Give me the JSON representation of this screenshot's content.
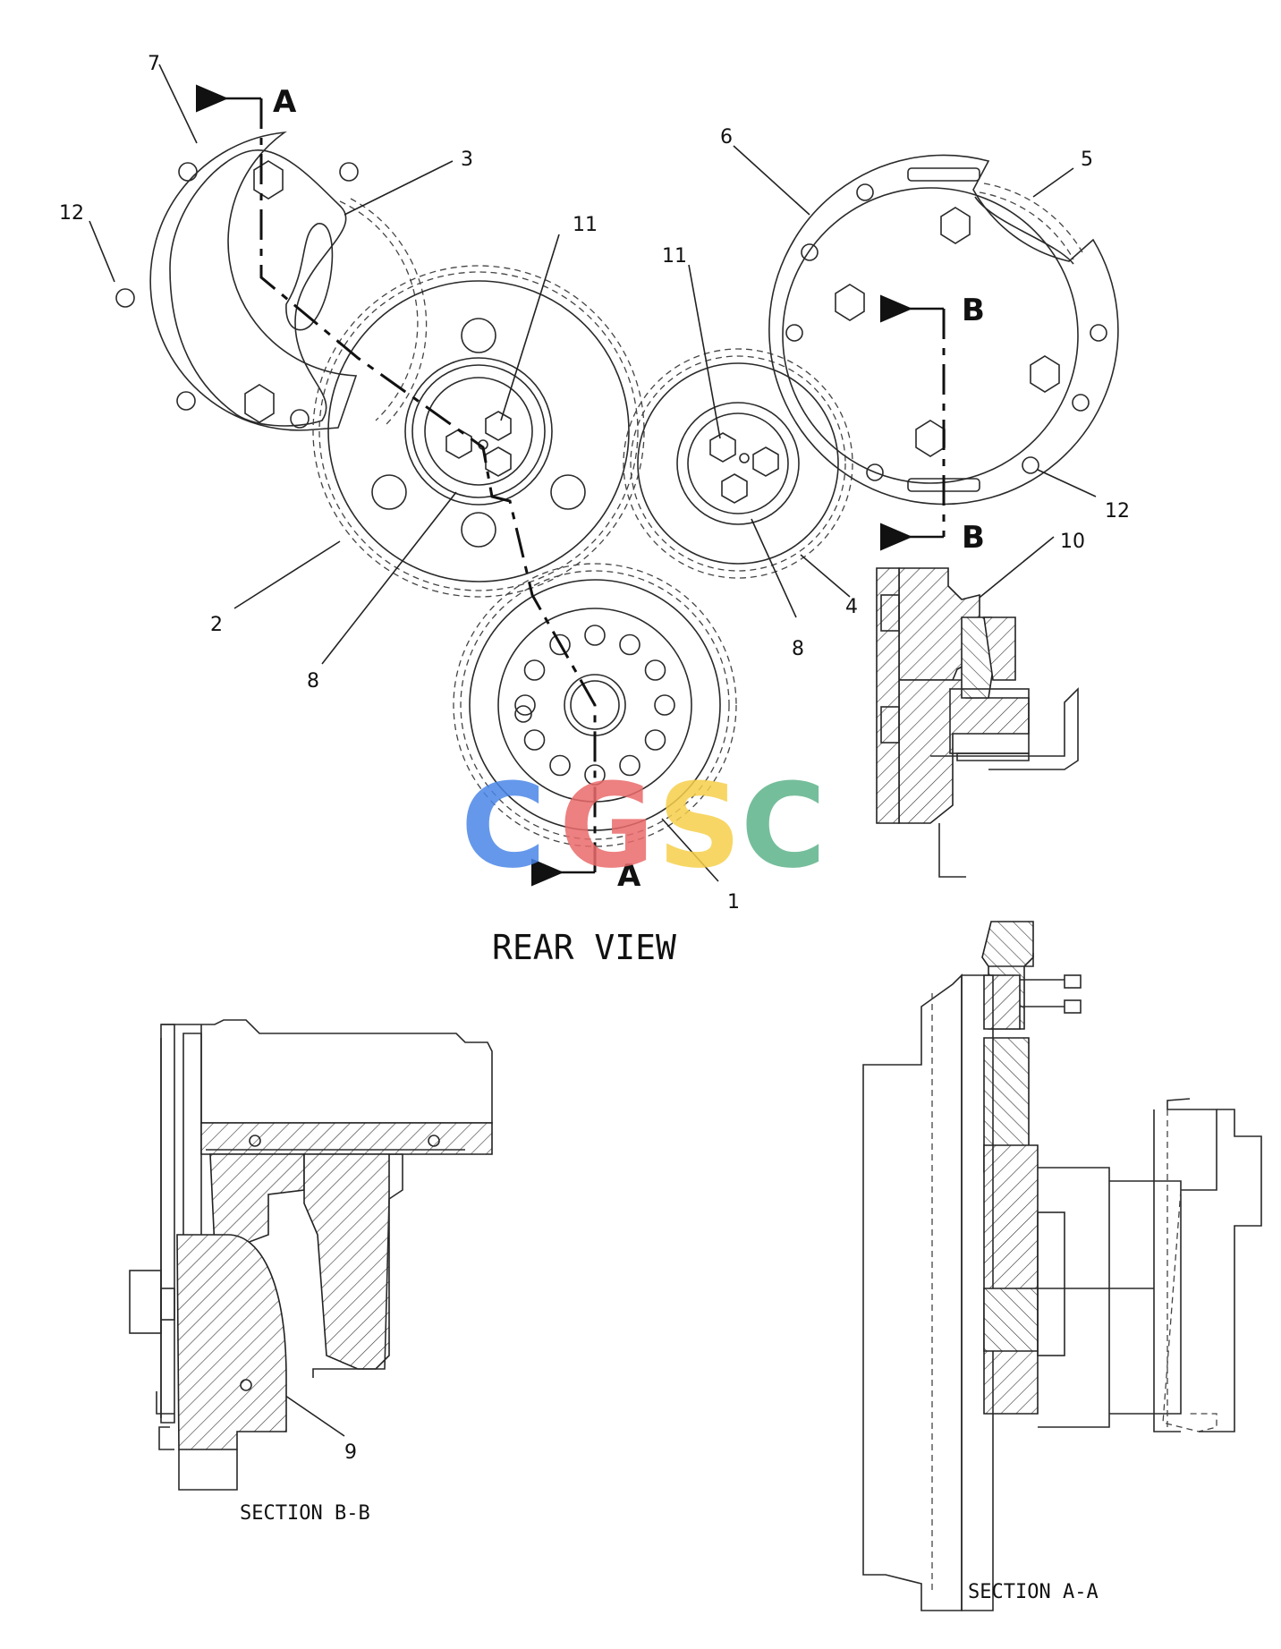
{
  "captions": {
    "rear_view": "REAR VIEW",
    "section_bb": "SECTION B-B",
    "section_aa": "SECTION A-A"
  },
  "section_markers": {
    "a_top": "A",
    "a_bottom": "A",
    "b_top": "B",
    "b_bottom": "B"
  },
  "callouts": [
    {
      "id": "c1",
      "text": "1"
    },
    {
      "id": "c2",
      "text": "2"
    },
    {
      "id": "c3",
      "text": "3"
    },
    {
      "id": "c4",
      "text": "4"
    },
    {
      "id": "c5",
      "text": "5"
    },
    {
      "id": "c6",
      "text": "6"
    },
    {
      "id": "c7",
      "text": "7"
    },
    {
      "id": "c8a",
      "text": "8"
    },
    {
      "id": "c8b",
      "text": "8"
    },
    {
      "id": "c9",
      "text": "9"
    },
    {
      "id": "c10",
      "text": "10"
    },
    {
      "id": "c11a",
      "text": "11"
    },
    {
      "id": "c11b",
      "text": "11"
    },
    {
      "id": "c12a",
      "text": "12"
    },
    {
      "id": "c12b",
      "text": "12"
    }
  ],
  "watermark": {
    "letters": [
      "C",
      "G",
      "S",
      "C"
    ],
    "colors": [
      "#4a86e8",
      "#ea6a6a",
      "#f6cf4a",
      "#5db38a"
    ]
  }
}
